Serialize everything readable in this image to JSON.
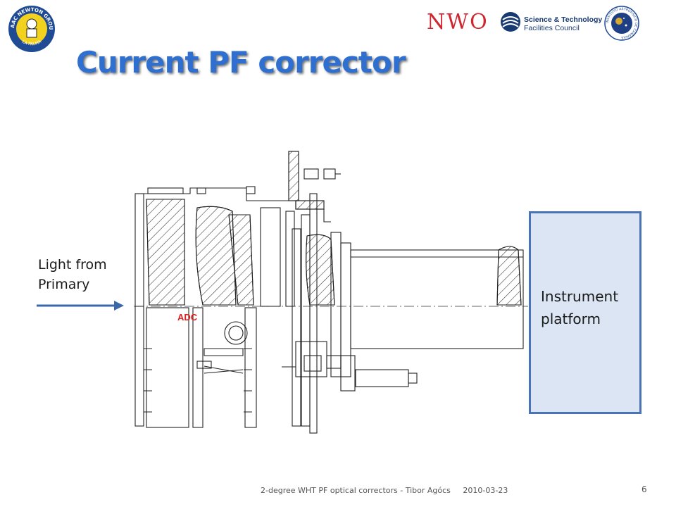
{
  "slide": {
    "title": "Current PF corrector",
    "page_number": "6"
  },
  "logos": {
    "left_text_top": "ISAAC NEWTON GROUP",
    "left_text_bottom": "LA PALMA",
    "nwo": "NWO",
    "stfc_name": "Science & Technology",
    "stfc_sub": "Facilities Council",
    "iac_text": "INSTITUTO ASTROFISICO DE CANARIAS"
  },
  "diagram": {
    "light_label_line1": "Light from",
    "light_label_line2": "Primary",
    "adc_label": "ADC",
    "platform_line1": "Instrument",
    "platform_line2": "platform"
  },
  "footer": {
    "caption": "2-degree WHT PF optical correctors - Tibor Agócs",
    "date": "2010-03-23"
  },
  "colors": {
    "title": "#2e6fcf",
    "arrow": "#3b68a8",
    "platform_fill": "#dbe5f3",
    "platform_border": "#4a74b5",
    "adc_label": "#e0201c",
    "nwo": "#d0262f"
  }
}
